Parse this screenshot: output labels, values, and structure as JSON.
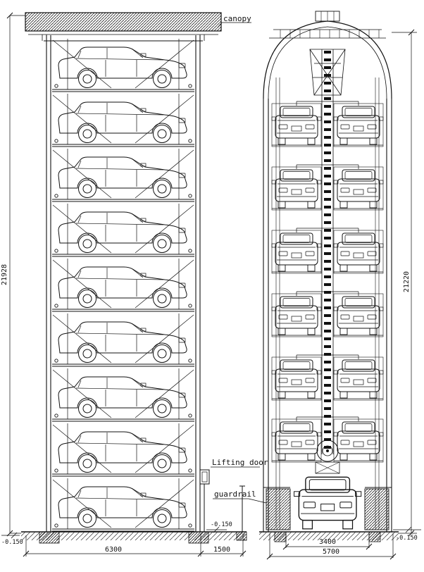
{
  "labels": {
    "canopy": "canopy",
    "lifting_door": "Lifting door",
    "guardrail": "guardrail"
  },
  "dims": {
    "left_total_height": "21928",
    "right_total_height": "21220",
    "bay_main": "6300",
    "bay_door": "1500",
    "inner_width": "3400",
    "outer_width": "5700",
    "datum_left": "-0.150",
    "datum_door": "-0.150",
    "datum_right": "-0.150"
  }
}
